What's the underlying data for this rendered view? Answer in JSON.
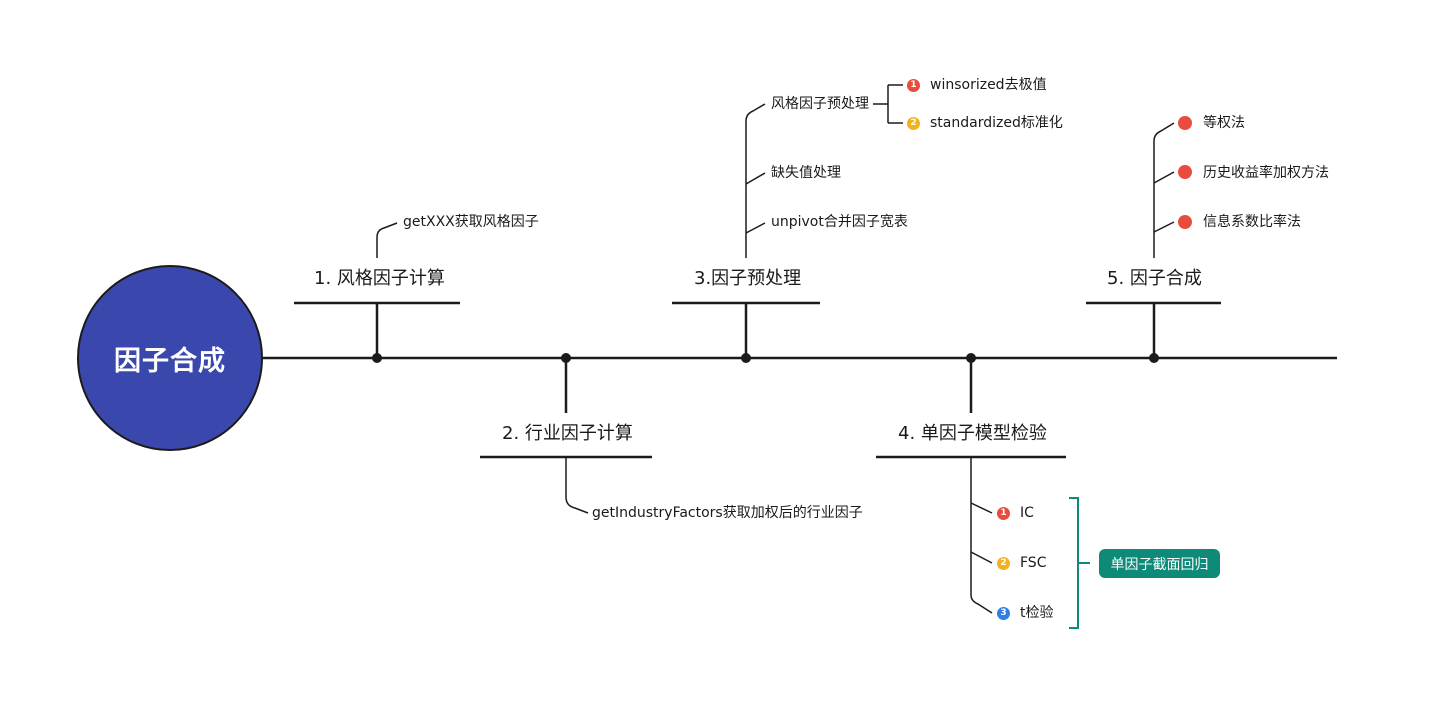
{
  "root": {
    "label": "因子合成",
    "color": "#3a48ad"
  },
  "branches": [
    {
      "label": "1. 风格因子计算",
      "children": [
        "getXXX获取风格因子"
      ]
    },
    {
      "label": "2. 行业因子计算",
      "children": [
        "getIndustryFactors获取加权后的行业因子"
      ]
    },
    {
      "label": "3.因子预处理",
      "children": [
        "风格因子预处理",
        "缺失值处理",
        "unpivot合并因子宽表"
      ],
      "sub_children": [
        {
          "marker": "1",
          "label": "winsorized去极值"
        },
        {
          "marker": "2",
          "label": "standardized标准化"
        }
      ]
    },
    {
      "label": "4. 单因子模型检验",
      "children": [
        {
          "marker": "1",
          "label": "IC"
        },
        {
          "marker": "2",
          "label": "FSC"
        },
        {
          "marker": "3",
          "label": "t检验"
        }
      ],
      "summary": "单因子截面回归"
    },
    {
      "label": "5. 因子合成",
      "children": [
        "等权法",
        "历史收益率加权方法",
        "信息系数比率法"
      ]
    }
  ],
  "colors": {
    "line": "#1b1b1b",
    "red": "#e84c3d",
    "orange": "#f1b21e",
    "blue": "#2f7ee6",
    "teal": "#0d8a78"
  }
}
